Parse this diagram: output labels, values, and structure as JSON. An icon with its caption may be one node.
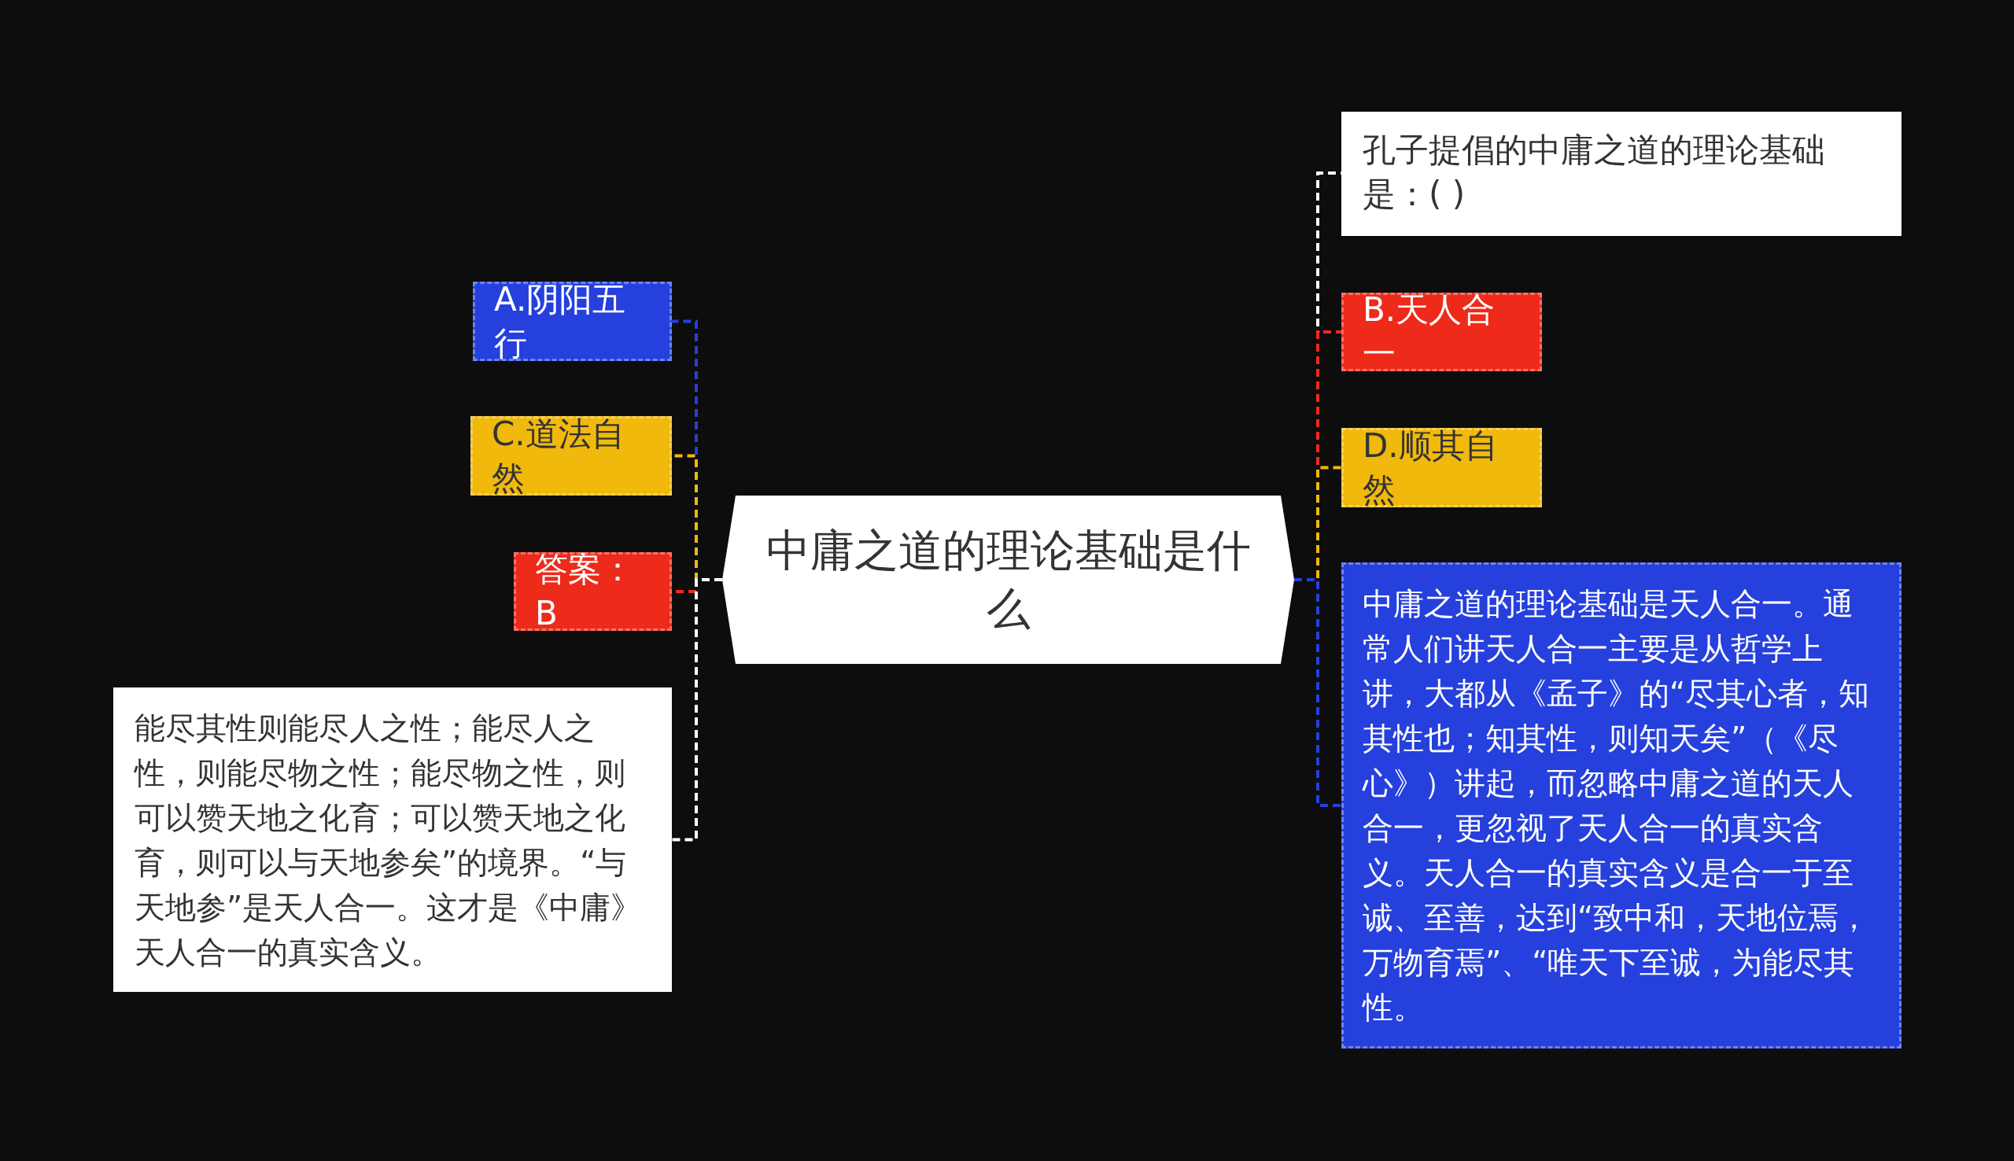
{
  "diagram": {
    "nodes": [
      {
        "text": [
          "中庸之道的理论基础是什么"
        ]
      },
      {
        "text": [
          "A.阴阳五行"
        ]
      },
      {
        "text": [
          "C.道法自然"
        ]
      },
      {
        "text": [
          "答案：B"
        ]
      },
      {
        "text": [
          "能尽其性则能尽人之性；能尽人之性，则能尽物之性；能尽物之性，则可以赞天地之化育；可以赞天地之化育，则可以与天地参矣”的境界。“与天地参”是天人合一。这才是《中庸》天人合一的真实含义。"
        ]
      },
      {
        "text": [
          "孔子提倡的中庸之道的理论基础是：( )"
        ]
      },
      {
        "text": [
          "B.天人合一"
        ]
      },
      {
        "text": [
          "D.顺其自然"
        ]
      },
      {
        "text": [
          "中庸之道的理论基础是天人合一。通常人们讲天人合一主要是从哲学上讲，大都从《孟子》的“尽其心者，知其性也；知其性，则知天矣”（《尽心》）讲起，而忽略中庸之道的天人合一，更忽视了天人合一的真实含义。天人合一的真实含义是合一于至诚、至善，达到“致中和，天地位焉，万物育焉”、“唯天下至诚，为能尽其性。"
        ]
      }
    ],
    "edges": [
      {
        "from": 0,
        "to": 1,
        "arrow": "none",
        "color": "#2540dc"
      },
      {
        "from": 0,
        "to": 2,
        "arrow": "none",
        "color": "#f0b90b"
      },
      {
        "from": 0,
        "to": 3,
        "arrow": "none",
        "color": "#ee2a1a"
      },
      {
        "from": 0,
        "to": 4,
        "arrow": "none",
        "color": "#ffffff"
      },
      {
        "from": 0,
        "to": 5,
        "arrow": "none",
        "color": "#ffffff"
      },
      {
        "from": 0,
        "to": 6,
        "arrow": "none",
        "color": "#ee2a1a"
      },
      {
        "from": 0,
        "to": 7,
        "arrow": "none",
        "color": "#f0b90b"
      },
      {
        "from": 0,
        "to": 8,
        "arrow": "none",
        "color": "#2540dc"
      }
    ]
  }
}
